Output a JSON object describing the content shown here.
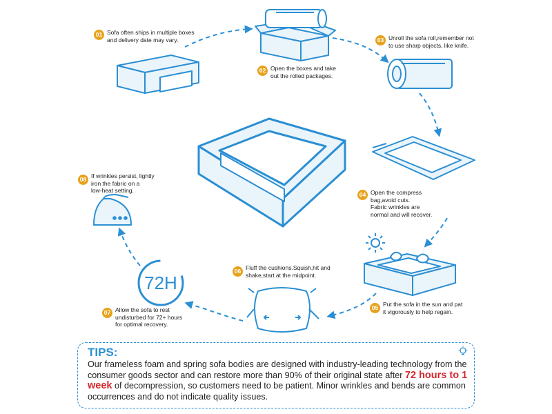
{
  "colors": {
    "accent": "#2b8fd3",
    "badge": "#e7a21c",
    "highlight": "#d8262e"
  },
  "steps": [
    {
      "num": "01",
      "text": "Sofa often ships in multiple boxes\nand delivery date may vary.",
      "icon": "shipping-boxes-icon"
    },
    {
      "num": "02",
      "text": "Open the boxes and take\nout the rolled packages.",
      "icon": "open-box-icon"
    },
    {
      "num": "03",
      "text": "Unroll the sofa roll,remember not\nto use sharp objects, like knife.",
      "icon": "rolled-sofa-icon"
    },
    {
      "num": "04",
      "text": "Open the compress\nbag,avoid cuts.\nFabric wrinkles are\nnormal and will recover.",
      "icon": "compress-bag-icon"
    },
    {
      "num": "05",
      "text": "Put the sofa in the sun and pat\nit vigorously to help regain.",
      "icon": "sun-pat-sofa-icon"
    },
    {
      "num": "06",
      "text": "Fluff the cushions.Squish,hit and\nshake,start at the midpoint.",
      "icon": "cushion-icon"
    },
    {
      "num": "07",
      "text": "Allow the sofa to rest\nundisturbed for 72+ hours\nfor optimal recovery.",
      "icon": "timer-72h-icon"
    },
    {
      "num": "08",
      "text": "If wrinkles persist, lightly\niron the fabric on a\nlow-heat setting.",
      "icon": "iron-icon"
    }
  ],
  "timer_label": "72H",
  "tips": {
    "title": "TIPS:",
    "text_before": "Our frameless foam and spring sofa bodies are designed with industry-leading technology from the consumer goods sector and can restore more than 90% of their original state after ",
    "highlight": "72 hours to 1 week",
    "text_after": " of decompression, so customers need to be patient. Minor wrinkles and bends are common occurrences and do not indicate quality issues.",
    "icon": "lightbulb-icon"
  }
}
